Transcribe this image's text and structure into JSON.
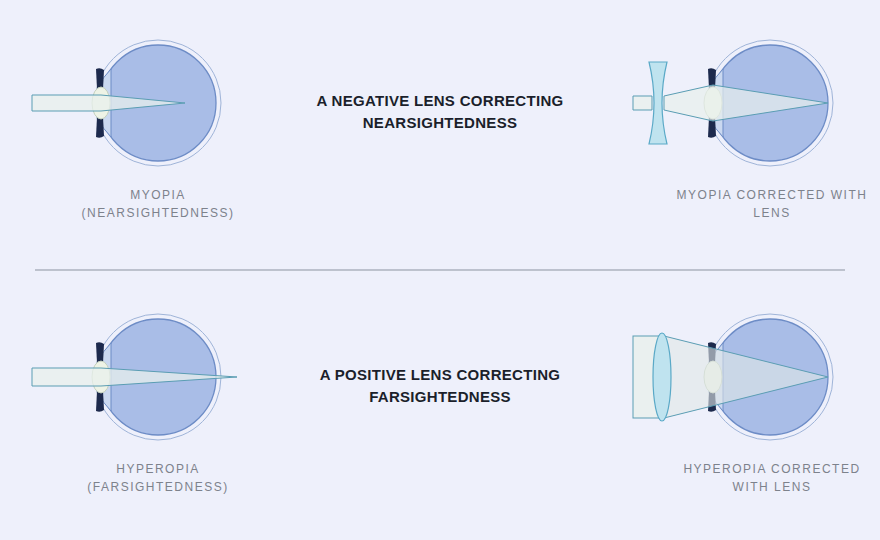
{
  "diagram": {
    "labels": [
      "A NEGATIVE LENS CORRECTING NEARSIGHTEDNESS",
      "MYOPIA (NEARSIGHTEDNESS)",
      "MYOPIA CORRECTED WITH LENS",
      "A POSITIVE LENS CORRECTING FARSIGHTEDNESS",
      "HYPEROPIA (FARSIGHTEDNESS)",
      "HYPEROPIA CORRECTED WITH LENS"
    ]
  }
}
